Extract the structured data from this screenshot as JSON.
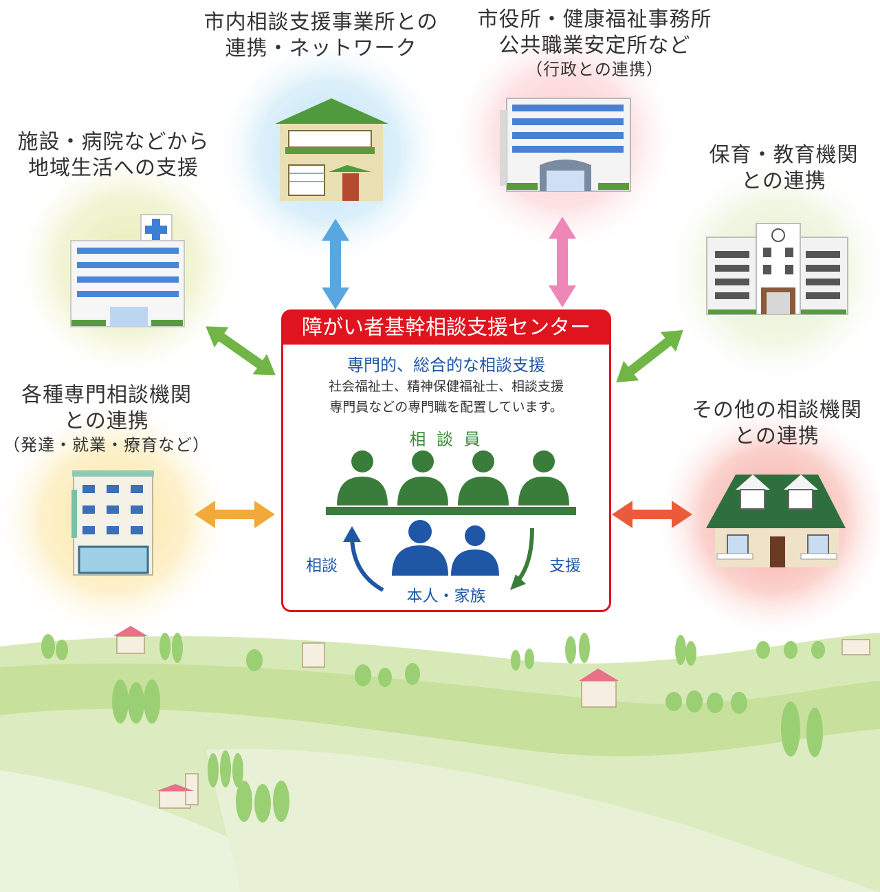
{
  "nodes": {
    "top_left": {
      "line1": "市内相談支援事業所との",
      "line2": "連携・ネットワーク"
    },
    "top_right": {
      "line1": "市役所・健康福祉事務所",
      "line2": "公共職業安定所など",
      "line3": "（行政との連携）"
    },
    "left_upper": {
      "line1": "施設・病院などから",
      "line2": "地域生活への支援"
    },
    "right_upper": {
      "line1": "保育・教育機関",
      "line2": "との連携"
    },
    "left_lower": {
      "line1": "各種専門相談機関",
      "line2": "との連携",
      "line3": "（発達・就業・療育など）"
    },
    "right_lower": {
      "line1": "その他の相談機関",
      "line2": "との連携"
    }
  },
  "center": {
    "title": "障がい者基幹相談支援センター",
    "subtitle": "専門的、総合的な相談支援",
    "desc_line1": "社会福祉士、精神保健福祉士、相談支援",
    "desc_line2": "専門員などの専門職を配置しています。",
    "staff_label": "相 談 員",
    "consult_label": "相談",
    "support_label": "支援",
    "client_label": "本人・家族"
  },
  "colors": {
    "center_red": "#e0141e",
    "arrow_blue": "#5aa7e0",
    "arrow_pink": "#ef86b8",
    "arrow_green": "#72b547",
    "arrow_orange": "#f2a93a",
    "arrow_red": "#ec5a3c",
    "staff_green": "#3a7d3a",
    "client_blue": "#1f56a6"
  },
  "icons": [
    "house-icon",
    "office-building-icon",
    "hospital-icon",
    "school-icon",
    "apartment-icon",
    "green-roof-house-icon",
    "staff-person-icon",
    "client-person-icon",
    "curved-arrow-icon",
    "double-arrow-icon"
  ]
}
